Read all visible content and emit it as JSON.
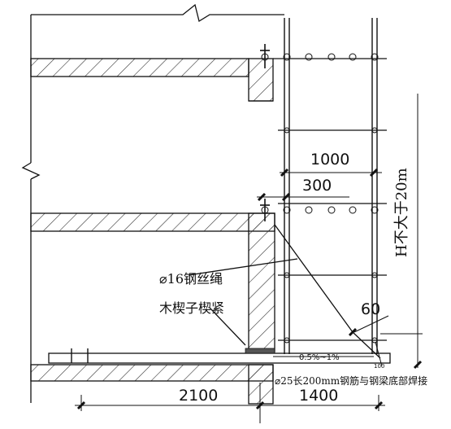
{
  "drawing": {
    "dimensions": {
      "bay_width": "1000",
      "inner_offset": "300",
      "height_limit": "H不大于20m",
      "slab_overhang": "2100",
      "cantilever_length": "1400",
      "angle": "60",
      "slope": "0.5%~1%",
      "small_dim": "100"
    },
    "labels": {
      "wire_rope": "⌀16钢丝绳",
      "wedge": "木楔子楔紧",
      "anchor_bar": "⌀25长200mm钢筋与钢梁底部焊接"
    },
    "colors": {
      "line": "#111111",
      "hatch": "#333333"
    }
  }
}
